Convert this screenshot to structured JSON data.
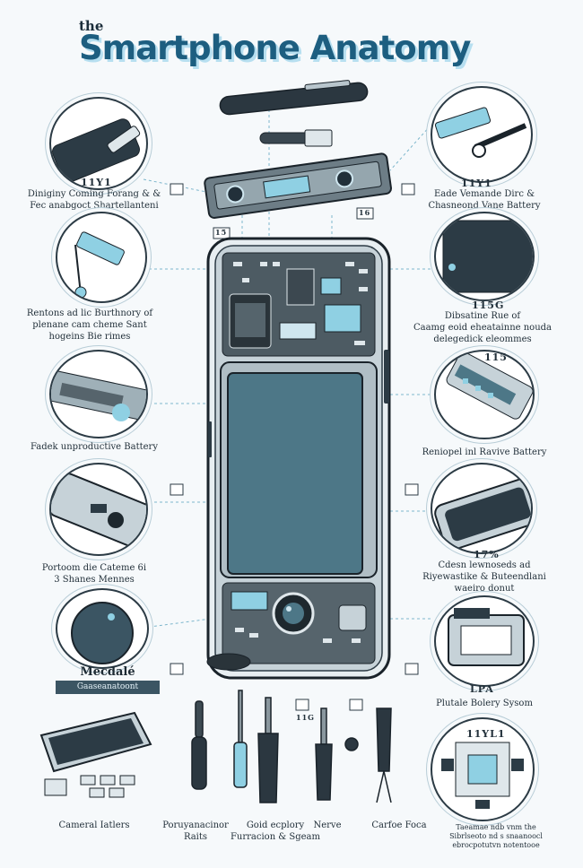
{
  "header": {
    "small": "the",
    "main": "Smartphone Anatomy"
  },
  "left_callouts": [
    {
      "badge": "11Y1",
      "caption": "Diniginy Coming Forang & &\nFec anabgoct Shartellanteni"
    },
    {
      "badge": "",
      "caption": "Rentons ad lic Burthnory of\nplenane cam cheme Sant\nhogeins Bie rimes"
    },
    {
      "badge": "",
      "caption": "Fadek unproductive Battery"
    },
    {
      "badge": "",
      "caption": "Portoom die Cateme 6i\n3 Shanes Mennes"
    },
    {
      "badge": "Mecdalé",
      "caption": "Gaaseanatoont"
    }
  ],
  "right_callouts": [
    {
      "badge": "11Y1",
      "caption": "Eade Vemande Dirc &\nChasneond Vane Battery"
    },
    {
      "badge": "115G",
      "caption": "Dibsatine Rue of\nCaamg eoid eheatainne nouda\ndelegedick eleommes"
    },
    {
      "badge": "115",
      "caption": "Reniopel inl Ravive Battery"
    },
    {
      "badge": "17%",
      "caption": "Cdesn lewnoseds ad\nRiyewastike & Buteendlani\nwaeiro donut"
    },
    {
      "badge": "LPA",
      "caption": "Plutale Bolery Sysom"
    },
    {
      "badge": "11YL1",
      "caption": "Taeamae ndb vnm the\nSibrlseoto nd s snaanoocl\nebrocpotutvn notentooe"
    }
  ],
  "bottom_tools": [
    {
      "caption": "Cameral Iatlers"
    },
    {
      "caption": "Poruyanacinor\nRaits"
    },
    {
      "caption": "Goid ecplory\nFurracion & Sgeam"
    },
    {
      "caption": "Nerve"
    },
    {
      "caption": "Carfoe Foca"
    }
  ],
  "diagram_labels": {
    "tag_a": "15",
    "tag_b": "16",
    "tag_c": "11G"
  },
  "colors": {
    "accent": "#1d5e80",
    "accent_light": "#b7dff0",
    "line": "#2c3b45",
    "screen": "#4d7787",
    "teal": "#8fd0e3"
  }
}
